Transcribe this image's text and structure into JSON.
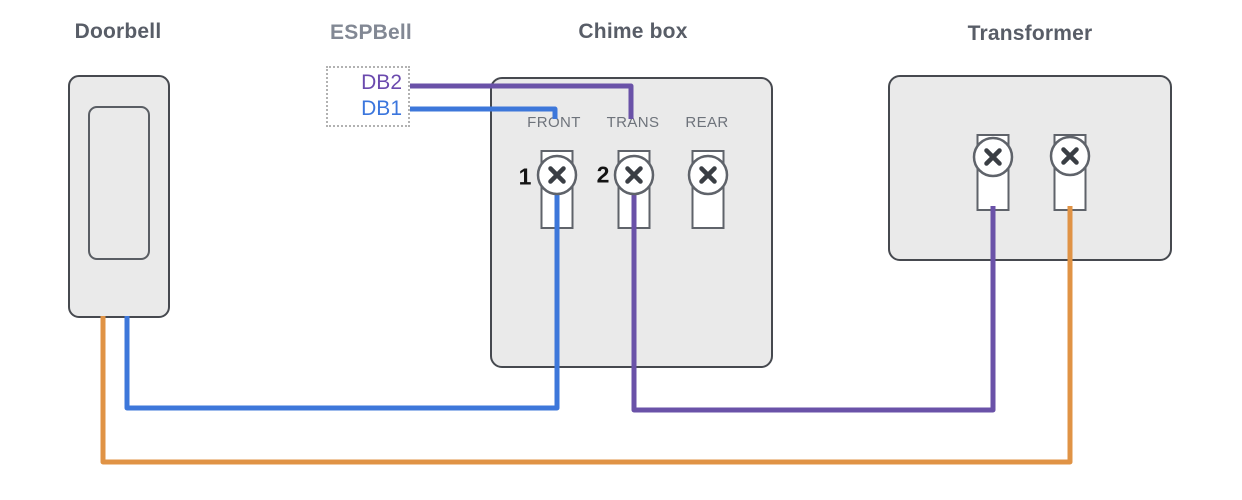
{
  "labels": {
    "doorbell": "Doorbell",
    "espbell": "ESPBell",
    "chime_box": "Chime box",
    "transformer": "Transformer"
  },
  "espbell": {
    "ports": [
      {
        "id": "DB2",
        "color": "#6B4AAE"
      },
      {
        "id": "DB1",
        "color": "#3B76DD"
      }
    ]
  },
  "chime_box": {
    "terminals": [
      {
        "label": "FRONT",
        "number": "1"
      },
      {
        "label": "TRANS",
        "number": "2"
      },
      {
        "label": "REAR",
        "number": ""
      }
    ]
  },
  "transformer": {
    "terminals": 2
  },
  "wires": [
    {
      "name": "espbell-db2-to-chime-trans",
      "color": "#6A52A8"
    },
    {
      "name": "espbell-db1-to-chime-front",
      "color": "#3D77DA"
    },
    {
      "name": "chime-front-to-doorbell",
      "color": "#3D77DA"
    },
    {
      "name": "chime-trans-to-transformer-left",
      "color": "#6A52A8"
    },
    {
      "name": "transformer-right-to-doorbell",
      "color": "#E09345"
    }
  ],
  "colors": {
    "device_fill": "#EAEAEA",
    "device_border": "#46494F",
    "header_dark": "#585D67",
    "header_light": "#828894",
    "terminal_text": "#6E737B",
    "screw_border": "#5F636A",
    "screw_x": "#3A3E44"
  }
}
